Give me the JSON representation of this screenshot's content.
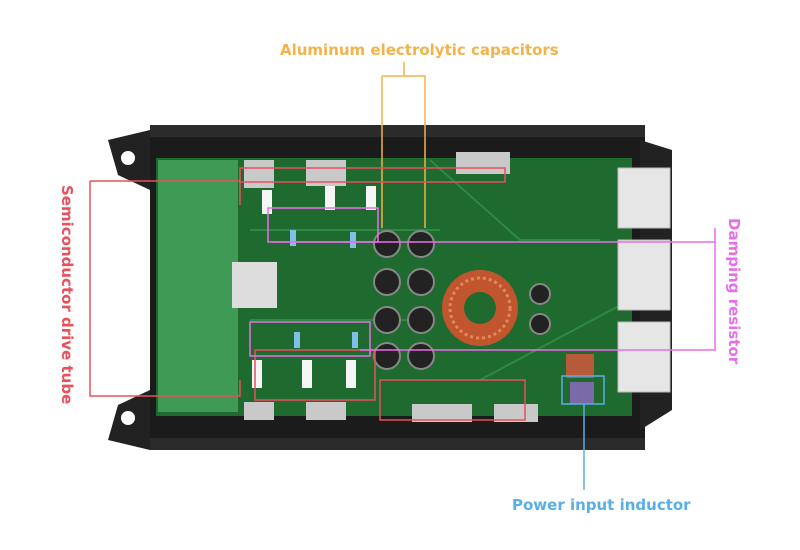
{
  "labels": {
    "capacitors": "Aluminum electrolytic capacitors",
    "drive_tube": "Semiconductor drive tube",
    "damping": "Damping resistor",
    "inductor": "Power input inductor"
  },
  "colors": {
    "capacitors": "#f2b34a",
    "drive_tube": "#e8505b",
    "damping": "#e86ee8",
    "inductor": "#5aaee6",
    "pcb": "#1f6a2e",
    "chassis": "#1b1b1b"
  }
}
